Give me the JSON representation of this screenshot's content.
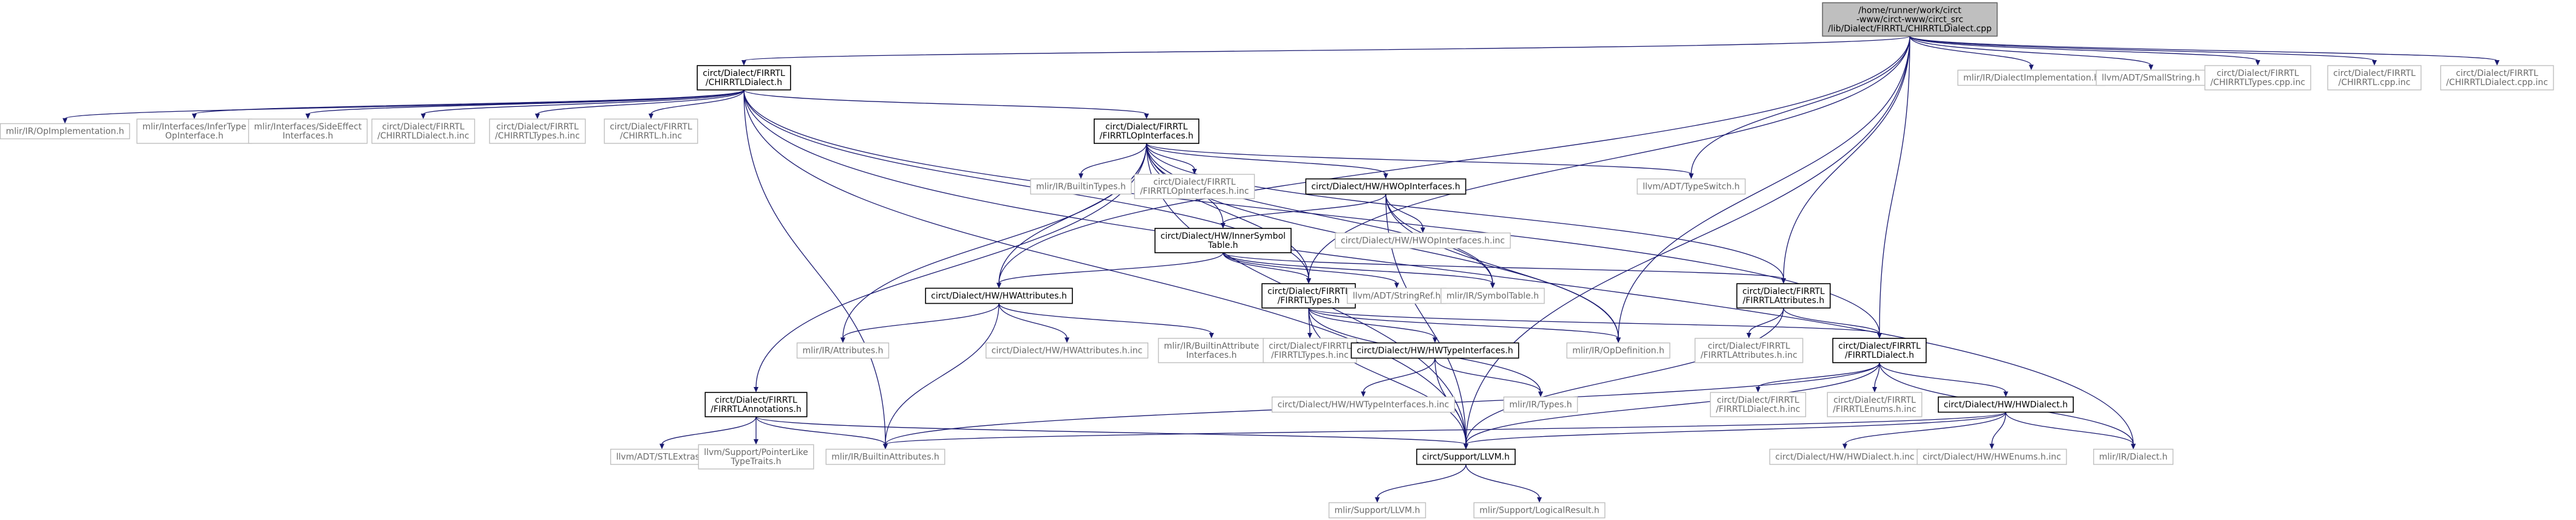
{
  "diagram": {
    "title": "Include dependency graph for CHIRRTLDialect.cpp",
    "colors": {
      "edge": "#191970",
      "main_fill": "#bfbfbf",
      "file_border": "#000000",
      "external_border": "#bfbfbf",
      "external_text": "#6a6a6a"
    },
    "nodes": [
      {
        "id": "main",
        "kind": "main",
        "lines": [
          "/home/runner/work/circt",
          "-www/circt-www/circt_src",
          "/lib/Dialect/FIRRTL/CHIRRTLDialect.cpp"
        ]
      },
      {
        "id": "chirrtldialect_h",
        "kind": "file",
        "lines": [
          "circt/Dialect/FIRRTL",
          "/CHIRRTLDialect.h"
        ]
      },
      {
        "id": "dialectimpl",
        "kind": "ext",
        "lines": [
          "mlir/IR/DialectImplementation.h"
        ]
      },
      {
        "id": "smallstring",
        "kind": "ext",
        "lines": [
          "llvm/ADT/SmallString.h"
        ]
      },
      {
        "id": "chirrtltypes_cpp_inc",
        "kind": "ext",
        "lines": [
          "circt/Dialect/FIRRTL",
          "/CHIRRTLTypes.cpp.inc"
        ]
      },
      {
        "id": "chirrtl_cpp_inc",
        "kind": "ext",
        "lines": [
          "circt/Dialect/FIRRTL",
          "/CHIRRTL.cpp.inc"
        ]
      },
      {
        "id": "chirrtldialect_cpp_inc",
        "kind": "ext",
        "lines": [
          "circt/Dialect/FIRRTL",
          "/CHIRRTLDialect.cpp.inc"
        ]
      },
      {
        "id": "opimpl",
        "kind": "ext",
        "lines": [
          "mlir/IR/OpImplementation.h"
        ]
      },
      {
        "id": "infertype",
        "kind": "ext",
        "lines": [
          "mlir/Interfaces/InferType",
          "OpInterface.h"
        ]
      },
      {
        "id": "sideeffect",
        "kind": "ext",
        "lines": [
          "mlir/Interfaces/SideEffect",
          "Interfaces.h"
        ]
      },
      {
        "id": "chirrtldialect_h_inc",
        "kind": "ext",
        "lines": [
          "circt/Dialect/FIRRTL",
          "/CHIRRTLDialect.h.inc"
        ]
      },
      {
        "id": "chirrtltypes_h_inc",
        "kind": "ext",
        "lines": [
          "circt/Dialect/FIRRTL",
          "/CHIRRTLTypes.h.inc"
        ]
      },
      {
        "id": "chirrtl_h_inc",
        "kind": "ext",
        "lines": [
          "circt/Dialect/FIRRTL",
          "/CHIRRTL.h.inc"
        ]
      },
      {
        "id": "firrtlopinterfaces_h",
        "kind": "file",
        "lines": [
          "circt/Dialect/FIRRTL",
          "/FIRRTLOpInterfaces.h"
        ]
      },
      {
        "id": "builtintypes",
        "kind": "ext",
        "lines": [
          "mlir/IR/BuiltinTypes.h"
        ]
      },
      {
        "id": "firrtlopinterfaces_h_inc",
        "kind": "ext",
        "lines": [
          "circt/Dialect/FIRRTL",
          "/FIRRTLOpInterfaces.h.inc"
        ]
      },
      {
        "id": "hwopinterfaces_h",
        "kind": "file",
        "lines": [
          "circt/Dialect/HW/HWOpInterfaces.h"
        ]
      },
      {
        "id": "typeswitch",
        "kind": "ext",
        "lines": [
          "llvm/ADT/TypeSwitch.h"
        ]
      },
      {
        "id": "innersymboltable_h",
        "kind": "file",
        "lines": [
          "circt/Dialect/HW/InnerSymbol",
          "Table.h"
        ]
      },
      {
        "id": "hwopinterfaces_h_inc",
        "kind": "ext",
        "lines": [
          "circt/Dialect/HW/HWOpInterfaces.h.inc"
        ]
      },
      {
        "id": "hwattributes_h",
        "kind": "file",
        "lines": [
          "circt/Dialect/HW/HWAttributes.h"
        ]
      },
      {
        "id": "firrtltypes_h",
        "kind": "file",
        "lines": [
          "circt/Dialect/FIRRTL",
          "/FIRRTLTypes.h"
        ]
      },
      {
        "id": "stringref",
        "kind": "ext",
        "lines": [
          "llvm/ADT/StringRef.h"
        ]
      },
      {
        "id": "symboltable",
        "kind": "ext",
        "lines": [
          "mlir/IR/SymbolTable.h"
        ]
      },
      {
        "id": "firrtlattributes_h",
        "kind": "file",
        "lines": [
          "circt/Dialect/FIRRTL",
          "/FIRRTLAttributes.h"
        ]
      },
      {
        "id": "mlir_attributes",
        "kind": "ext",
        "lines": [
          "mlir/IR/Attributes.h"
        ]
      },
      {
        "id": "hwattributes_h_inc",
        "kind": "ext",
        "lines": [
          "circt/Dialect/HW/HWAttributes.h.inc"
        ]
      },
      {
        "id": "builtinattrinterfaces",
        "kind": "ext",
        "lines": [
          "mlir/IR/BuiltinAttribute",
          "Interfaces.h"
        ]
      },
      {
        "id": "firrtltypes_h_inc",
        "kind": "ext",
        "lines": [
          "circt/Dialect/FIRRTL",
          "/FIRRTLTypes.h.inc"
        ]
      },
      {
        "id": "hwtypeinterfaces_h",
        "kind": "file",
        "lines": [
          "circt/Dialect/HW/HWTypeInterfaces.h"
        ]
      },
      {
        "id": "opdefinition",
        "kind": "ext",
        "lines": [
          "mlir/IR/OpDefinition.h"
        ]
      },
      {
        "id": "firrtlattributes_h_inc",
        "kind": "ext",
        "lines": [
          "circt/Dialect/FIRRTL",
          "/FIRRTLAttributes.h.inc"
        ]
      },
      {
        "id": "firrtldialect_h",
        "kind": "file",
        "lines": [
          "circt/Dialect/FIRRTL",
          "/FIRRTLDialect.h"
        ]
      },
      {
        "id": "firrtlannotations_h",
        "kind": "file",
        "lines": [
          "circt/Dialect/FIRRTL",
          "/FIRRTLAnnotations.h"
        ]
      },
      {
        "id": "hwtypeinterfaces_h_inc",
        "kind": "ext",
        "lines": [
          "circt/Dialect/HW/HWTypeInterfaces.h.inc"
        ]
      },
      {
        "id": "mlir_types",
        "kind": "ext",
        "lines": [
          "mlir/IR/Types.h"
        ]
      },
      {
        "id": "firrtldialect_h_inc",
        "kind": "ext",
        "lines": [
          "circt/Dialect/FIRRTL",
          "/FIRRTLDialect.h.inc"
        ]
      },
      {
        "id": "firrtlenums_h_inc",
        "kind": "ext",
        "lines": [
          "circt/Dialect/FIRRTL",
          "/FIRRTLEnums.h.inc"
        ]
      },
      {
        "id": "hwdialect_h",
        "kind": "file",
        "lines": [
          "circt/Dialect/HW/HWDialect.h"
        ]
      },
      {
        "id": "stlextras",
        "kind": "ext",
        "lines": [
          "llvm/ADT/STLExtras.h"
        ]
      },
      {
        "id": "pointerlike",
        "kind": "ext",
        "lines": [
          "llvm/Support/PointerLike",
          "TypeTraits.h"
        ]
      },
      {
        "id": "builtinattributes",
        "kind": "ext",
        "lines": [
          "mlir/IR/BuiltinAttributes.h"
        ]
      },
      {
        "id": "circt_llvm_h",
        "kind": "file",
        "lines": [
          "circt/Support/LLVM.h"
        ]
      },
      {
        "id": "hwdialect_h_inc",
        "kind": "ext",
        "lines": [
          "circt/Dialect/HW/HWDialect.h.inc"
        ]
      },
      {
        "id": "hwenums_h_inc",
        "kind": "ext",
        "lines": [
          "circt/Dialect/HW/HWEnums.h.inc"
        ]
      },
      {
        "id": "mlir_dialect",
        "kind": "ext",
        "lines": [
          "mlir/IR/Dialect.h"
        ]
      },
      {
        "id": "mlir_support_llvm",
        "kind": "ext",
        "lines": [
          "mlir/Support/LLVM.h"
        ]
      },
      {
        "id": "logicalresult",
        "kind": "ext",
        "lines": [
          "mlir/Support/LogicalResult.h"
        ]
      }
    ],
    "edges": [
      [
        "main",
        "chirrtldialect_h"
      ],
      [
        "main",
        "dialectimpl"
      ],
      [
        "main",
        "smallstring"
      ],
      [
        "main",
        "chirrtltypes_cpp_inc"
      ],
      [
        "main",
        "chirrtl_cpp_inc"
      ],
      [
        "main",
        "chirrtldialect_cpp_inc"
      ],
      [
        "main",
        "typeswitch"
      ],
      [
        "main",
        "hwattributes_h"
      ],
      [
        "main",
        "firrtltypes_h"
      ],
      [
        "main",
        "opdefinition"
      ],
      [
        "main",
        "firrtlattributes_h"
      ],
      [
        "main",
        "firrtldialect_h"
      ],
      [
        "main",
        "circt_llvm_h"
      ],
      [
        "chirrtldialect_h",
        "opimpl"
      ],
      [
        "chirrtldialect_h",
        "infertype"
      ],
      [
        "chirrtldialect_h",
        "sideeffect"
      ],
      [
        "chirrtldialect_h",
        "chirrtldialect_h_inc"
      ],
      [
        "chirrtldialect_h",
        "chirrtltypes_h_inc"
      ],
      [
        "chirrtldialect_h",
        "chirrtl_h_inc"
      ],
      [
        "chirrtldialect_h",
        "firrtlopinterfaces_h"
      ],
      [
        "chirrtldialect_h",
        "firrtltypes_h"
      ],
      [
        "chirrtldialect_h",
        "firrtldialect_h"
      ],
      [
        "chirrtldialect_h",
        "builtinattributes"
      ],
      [
        "chirrtldialect_h",
        "circt_llvm_h"
      ],
      [
        "chirrtldialect_h",
        "mlir_dialect"
      ],
      [
        "firrtlopinterfaces_h",
        "builtintypes"
      ],
      [
        "firrtlopinterfaces_h",
        "firrtlopinterfaces_h_inc"
      ],
      [
        "firrtlopinterfaces_h",
        "hwopinterfaces_h"
      ],
      [
        "firrtlopinterfaces_h",
        "typeswitch"
      ],
      [
        "firrtlopinterfaces_h",
        "innersymboltable_h"
      ],
      [
        "firrtlopinterfaces_h",
        "hwattributes_h"
      ],
      [
        "firrtlopinterfaces_h",
        "firrtltypes_h"
      ],
      [
        "firrtlopinterfaces_h",
        "symboltable"
      ],
      [
        "firrtlopinterfaces_h",
        "firrtlattributes_h"
      ],
      [
        "firrtlopinterfaces_h",
        "mlir_attributes"
      ],
      [
        "firrtlopinterfaces_h",
        "opdefinition"
      ],
      [
        "firrtlopinterfaces_h",
        "firrtlannotations_h"
      ],
      [
        "firrtlopinterfaces_h",
        "circt_llvm_h"
      ],
      [
        "hwopinterfaces_h",
        "innersymboltable_h"
      ],
      [
        "hwopinterfaces_h",
        "hwopinterfaces_h_inc"
      ],
      [
        "hwopinterfaces_h",
        "symboltable"
      ],
      [
        "hwopinterfaces_h",
        "opdefinition"
      ],
      [
        "hwopinterfaces_h",
        "circt_llvm_h"
      ],
      [
        "innersymboltable_h",
        "hwattributes_h"
      ],
      [
        "innersymboltable_h",
        "firrtltypes_h"
      ],
      [
        "innersymboltable_h",
        "stringref"
      ],
      [
        "innersymboltable_h",
        "symboltable"
      ],
      [
        "innersymboltable_h",
        "firrtlattributes_h"
      ],
      [
        "hwattributes_h",
        "mlir_attributes"
      ],
      [
        "hwattributes_h",
        "hwattributes_h_inc"
      ],
      [
        "hwattributes_h",
        "builtinattrinterfaces"
      ],
      [
        "hwattributes_h",
        "builtinattributes"
      ],
      [
        "firrtltypes_h",
        "firrtltypes_h_inc"
      ],
      [
        "firrtltypes_h",
        "hwtypeinterfaces_h"
      ],
      [
        "firrtltypes_h",
        "opdefinition"
      ],
      [
        "firrtltypes_h",
        "firrtldialect_h"
      ],
      [
        "firrtltypes_h",
        "mlir_types"
      ],
      [
        "firrtltypes_h",
        "circt_llvm_h"
      ],
      [
        "firrtlattributes_h",
        "firrtlattributes_h_inc"
      ],
      [
        "firrtlattributes_h",
        "firrtldialect_h"
      ],
      [
        "firrtlattributes_h",
        "circt_llvm_h"
      ],
      [
        "hwtypeinterfaces_h",
        "hwtypeinterfaces_h_inc"
      ],
      [
        "hwtypeinterfaces_h",
        "mlir_types"
      ],
      [
        "hwtypeinterfaces_h",
        "circt_llvm_h"
      ],
      [
        "firrtldialect_h",
        "firrtldialect_h_inc"
      ],
      [
        "firrtldialect_h",
        "firrtlenums_h_inc"
      ],
      [
        "firrtldialect_h",
        "hwdialect_h"
      ],
      [
        "firrtldialect_h",
        "builtinattributes"
      ],
      [
        "firrtldialect_h",
        "circt_llvm_h"
      ],
      [
        "firrtldialect_h",
        "mlir_dialect"
      ],
      [
        "firrtlannotations_h",
        "stlextras"
      ],
      [
        "firrtlannotations_h",
        "pointerlike"
      ],
      [
        "firrtlannotations_h",
        "builtinattributes"
      ],
      [
        "firrtlannotations_h",
        "circt_llvm_h"
      ],
      [
        "hwdialect_h",
        "hwdialect_h_inc"
      ],
      [
        "hwdialect_h",
        "hwenums_h_inc"
      ],
      [
        "hwdialect_h",
        "builtinattributes"
      ],
      [
        "hwdialect_h",
        "circt_llvm_h"
      ],
      [
        "hwdialect_h",
        "mlir_dialect"
      ],
      [
        "circt_llvm_h",
        "mlir_support_llvm"
      ],
      [
        "circt_llvm_h",
        "logicalresult"
      ]
    ]
  }
}
